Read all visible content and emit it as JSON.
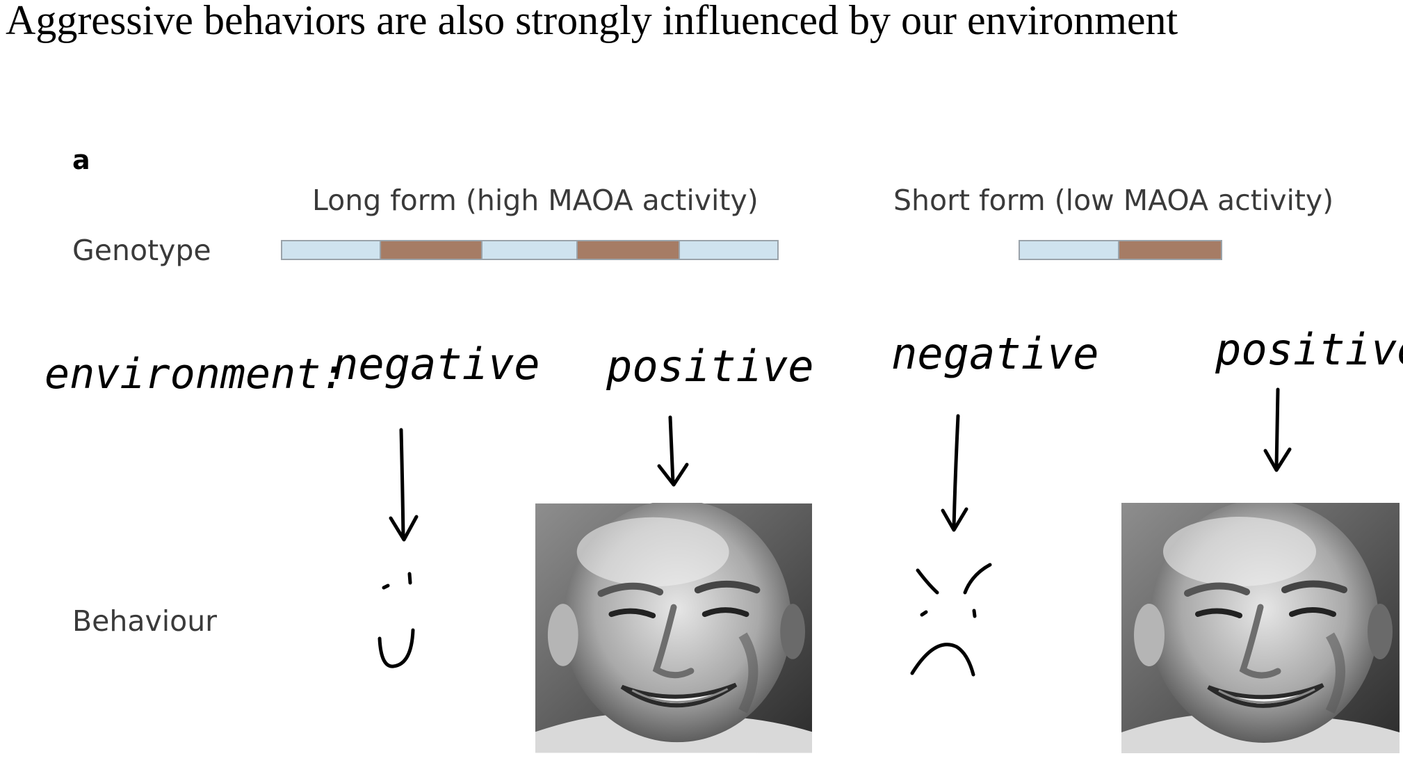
{
  "title": "Aggressive behaviors are also strongly influenced by our environment",
  "figure": {
    "panel_letter": "a",
    "genotype_label": "Genotype",
    "behaviour_label": "Behaviour",
    "environment_label": "environment:",
    "long_form": {
      "label": "Long form (high MAOA activity)",
      "segments": [
        "light",
        "dark",
        "light",
        "dark",
        "light"
      ]
    },
    "short_form": {
      "label": "Short form (low MAOA activity)",
      "segments": [
        "light",
        "dark"
      ]
    },
    "columns": [
      {
        "environment": "negative",
        "behaviour": "smiley-happy-icon"
      },
      {
        "environment": "positive",
        "behaviour": "smiling-man-photo"
      },
      {
        "environment": "negative",
        "behaviour": "angry-face-icon"
      },
      {
        "environment": "positive",
        "behaviour": "smiling-man-photo"
      }
    ]
  },
  "colors": {
    "segment_light": "#cfe3ef",
    "segment_dark": "#a67c65",
    "segment_border": "#9aa3aa"
  }
}
